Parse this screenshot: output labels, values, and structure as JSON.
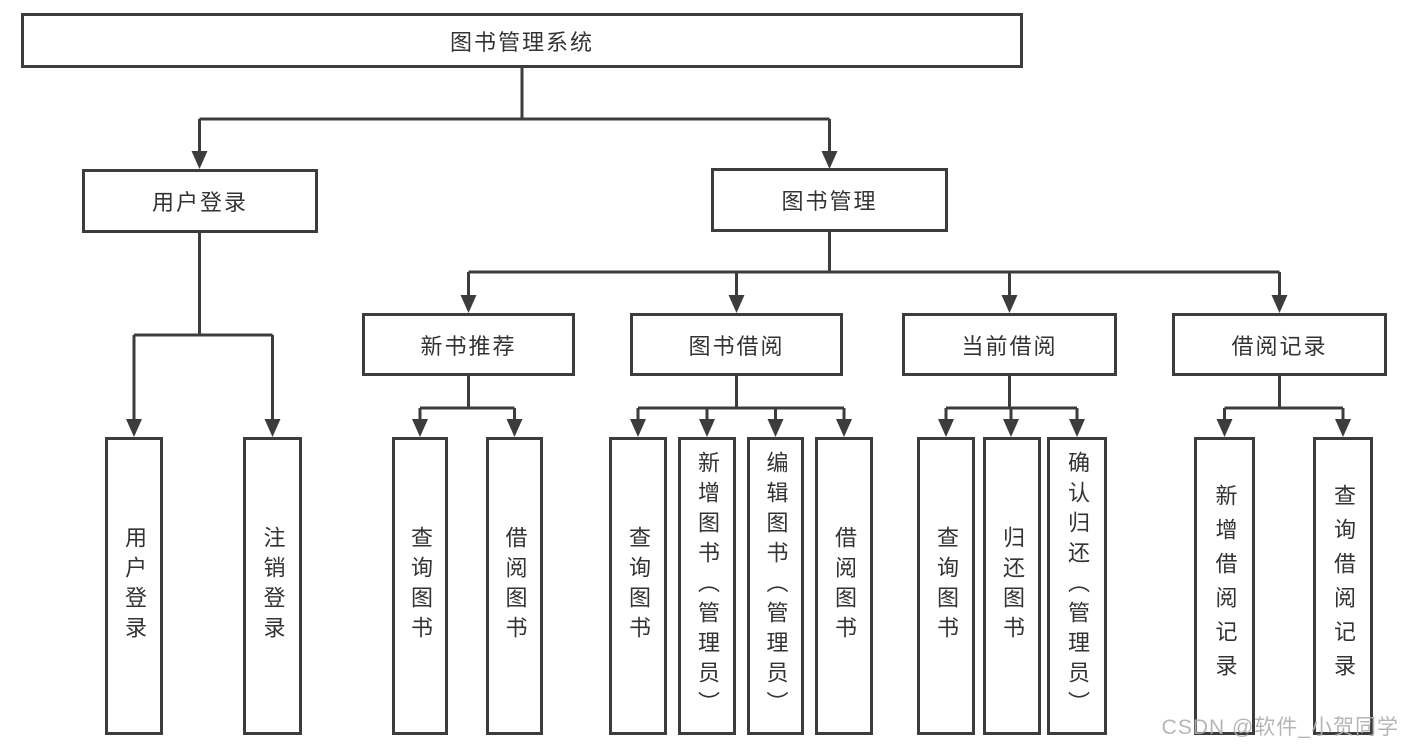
{
  "diagram": {
    "root": {
      "label": "图书管理系统"
    },
    "user_branch": {
      "label": "用户登录",
      "children": [
        {
          "label": "用户登录"
        },
        {
          "label": "注销登录"
        }
      ]
    },
    "book_branch": {
      "label": "图书管理",
      "sections": [
        {
          "label": "新书推荐",
          "children": [
            {
              "label": "查询图书"
            },
            {
              "label": "借阅图书"
            }
          ]
        },
        {
          "label": "图书借阅",
          "children": [
            {
              "label": "查询图书"
            },
            {
              "label": "新增图书（管理员）"
            },
            {
              "label": "编辑图书（管理员）"
            },
            {
              "label": "借阅图书"
            }
          ]
        },
        {
          "label": "当前借阅",
          "children": [
            {
              "label": "查询图书"
            },
            {
              "label": "归还图书"
            },
            {
              "label": "确认归还（管理员）"
            }
          ]
        },
        {
          "label": "借阅记录",
          "children": [
            {
              "label": "新增借阅记录"
            },
            {
              "label": "查询借阅记录"
            }
          ]
        }
      ]
    }
  },
  "colors": {
    "line": "#3c3c3c",
    "text": "#333333",
    "background": "#ffffff",
    "watermark": "#b0b0b0"
  },
  "watermark": {
    "text": "CSDN @软件_小贺同学"
  }
}
